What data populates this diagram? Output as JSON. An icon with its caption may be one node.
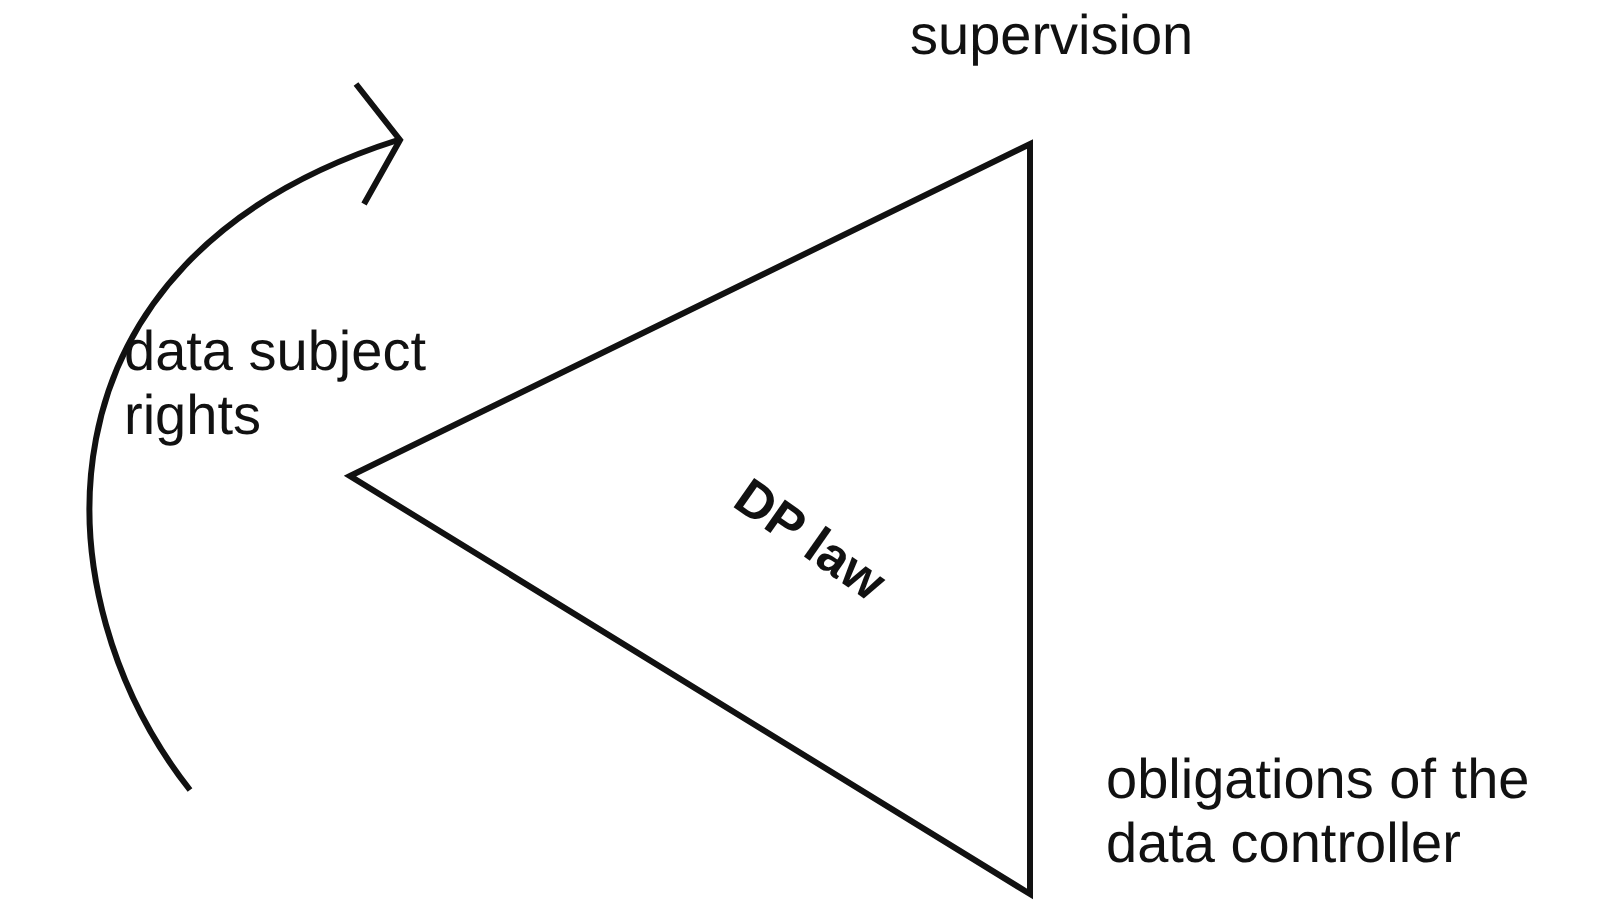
{
  "diagram": {
    "nodes": [
      {
        "text": [
          "DP law"
        ]
      }
    ],
    "labels": [
      "supervision",
      "data subject rights",
      "obligations of the data controller"
    ]
  }
}
